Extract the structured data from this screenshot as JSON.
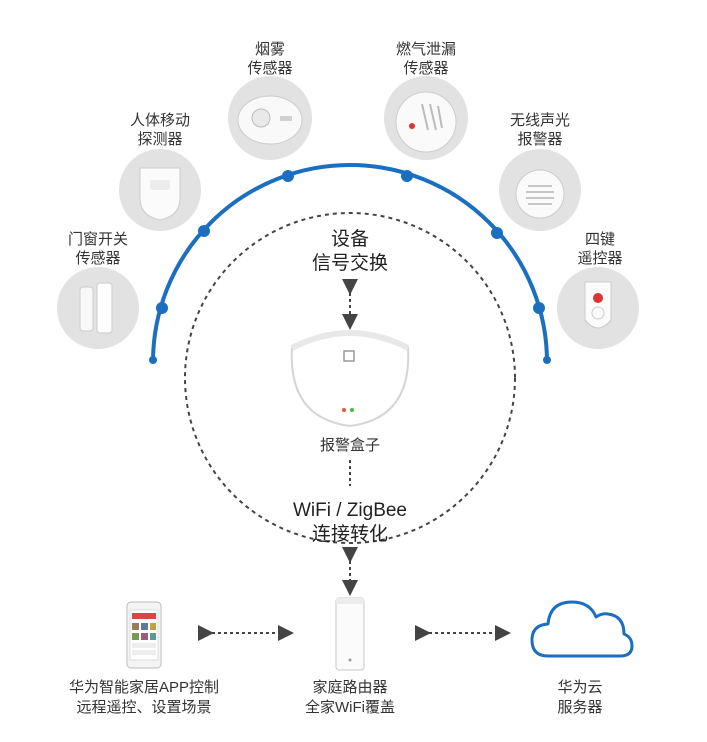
{
  "sensors": [
    {
      "id": "door",
      "label_lines": [
        "门窗开关",
        "传感器"
      ],
      "icon": "door-window-sensor-icon"
    },
    {
      "id": "motion",
      "label_lines": [
        "人体移动",
        "探测器"
      ],
      "icon": "motion-detector-icon"
    },
    {
      "id": "smoke",
      "label_lines": [
        "烟雾",
        "传感器"
      ],
      "icon": "smoke-sensor-icon"
    },
    {
      "id": "gas",
      "label_lines": [
        "燃气泄漏",
        "传感器"
      ],
      "icon": "gas-leak-sensor-icon"
    },
    {
      "id": "siren",
      "label_lines": [
        "无线声光",
        "报警器"
      ],
      "icon": "siren-alarm-icon"
    },
    {
      "id": "remote",
      "label_lines": [
        "四键",
        "遥控器"
      ],
      "icon": "four-key-remote-icon"
    }
  ],
  "exchange": {
    "line1": "设备",
    "line2": "信号交换"
  },
  "alarm_box": {
    "label": "报警盒子",
    "icon": "alarm-box-icon"
  },
  "conversion": {
    "line1": "WiFi / ZigBee",
    "line2": "连接转化"
  },
  "bottom": [
    {
      "id": "app",
      "label_lines": [
        "华为智能家居APP控制",
        "远程遥控、设置场景"
      ],
      "icon": "smartphone-app-icon"
    },
    {
      "id": "router",
      "label_lines": [
        "家庭路由器",
        "全家WiFi覆盖"
      ],
      "icon": "router-icon"
    },
    {
      "id": "cloud",
      "label_lines": [
        "华为云",
        "服务器"
      ],
      "icon": "cloud-icon"
    }
  ],
  "colors": {
    "arc": "#1a6fc0",
    "cloud": "#1a6fc0",
    "dashed": "#444444",
    "circle_fill": "#e2e2e2",
    "device": "#f7f7f7"
  }
}
